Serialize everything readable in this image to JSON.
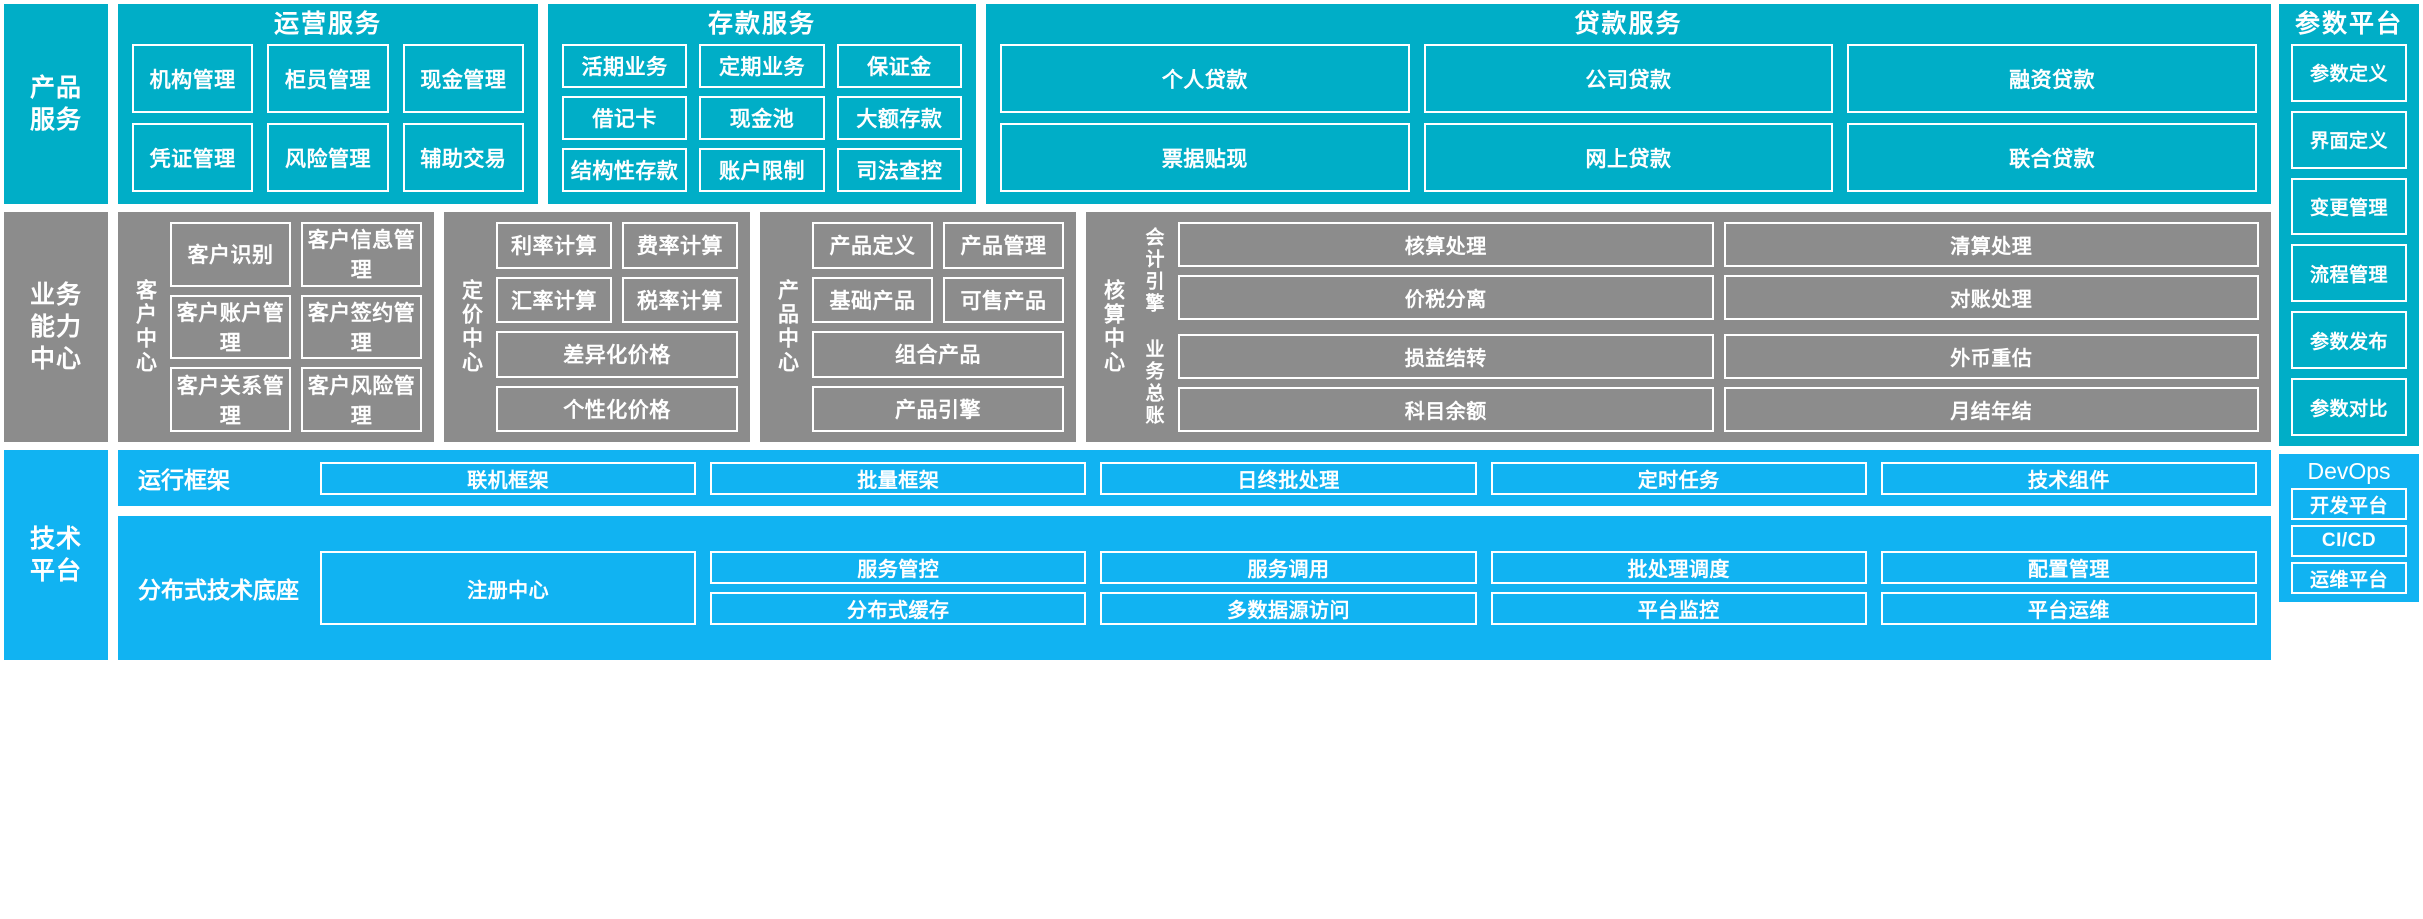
{
  "rows": [
    {
      "label": "产品\n服务"
    },
    {
      "label": "业务\n能力\n中心"
    },
    {
      "label": "技术\n平台"
    }
  ],
  "row_labels": {
    "product_service": "产品\n服务",
    "business_capability": "业务\n能力\n中心",
    "tech_platform": "技术\n平台"
  },
  "product_service": {
    "operations": {
      "title": "运营服务",
      "items": [
        "机构管理",
        "柜员管理",
        "现金管理",
        "凭证管理",
        "风险管理",
        "辅助交易"
      ]
    },
    "deposit": {
      "title": "存款服务",
      "items": [
        "活期业务",
        "定期业务",
        "保证金",
        "借记卡",
        "现金池",
        "大额存款",
        "结构性存款",
        "账户限制",
        "司法查控"
      ]
    },
    "loan": {
      "title": "贷款服务",
      "items": [
        "个人贷款",
        "公司贷款",
        "融资贷款",
        "票据贴现",
        "网上贷款",
        "联合贷款"
      ]
    }
  },
  "parameter_platform": {
    "title": "参数平台",
    "items": [
      "参数定义",
      "界面定义",
      "变更管理",
      "流程管理",
      "参数发布",
      "参数对比"
    ]
  },
  "devops": {
    "title": "DevOps",
    "items": [
      "开发平台",
      "CI/CD",
      "运维平台"
    ]
  },
  "business_capability": {
    "customer_center": {
      "label": "客户中心",
      "items": [
        "客户识别",
        "客户信息管理",
        "客户账户管理",
        "客户签约管理",
        "客户关系管理",
        "客户风险管理"
      ]
    },
    "pricing_center": {
      "label": "定价中心",
      "items": [
        "利率计算",
        "费率计算",
        "汇率计算",
        "税率计算",
        "差异化价格",
        "个性化价格"
      ]
    },
    "product_center": {
      "label": "产品中心",
      "items": [
        "产品定义",
        "产品管理",
        "基础产品",
        "可售产品",
        "组合产品",
        "产品引擎"
      ]
    },
    "accounting_center": {
      "label": "核算中心",
      "groups": [
        {
          "label": "会计引擎",
          "items": [
            "核算处理",
            "清算处理",
            "价税分离",
            "对账处理"
          ]
        },
        {
          "label": "业务总账",
          "items": [
            "损益结转",
            "外币重估",
            "科目余额",
            "月结年结"
          ]
        }
      ]
    }
  },
  "tech_platform": {
    "runtime_framework": {
      "label": "运行框架",
      "items": [
        "联机框架",
        "批量框架",
        "日终批处理",
        "定时任务",
        "技术组件"
      ]
    },
    "distributed_base": {
      "label": "分布式技术底座",
      "items": [
        "注册中心",
        "服务管控",
        "服务调用",
        "批处理调度",
        "配置管理",
        "分布式缓存",
        "多数据源访问",
        "平台监控",
        "平台运维"
      ]
    }
  },
  "colors": {
    "cyan": "#00AEC7",
    "gray": "#8C8C8C",
    "blue": "#11B3F2",
    "outline": "#FFFFFF",
    "background": "#FFFFFF"
  }
}
